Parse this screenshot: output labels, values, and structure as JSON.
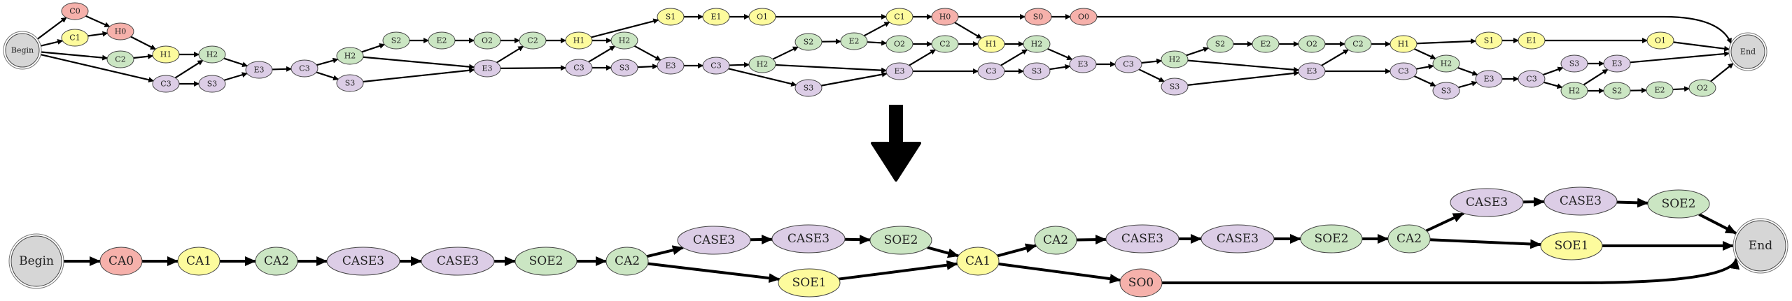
{
  "colors": {
    "gray": "#d6d6d6",
    "red": "#f6b1ab",
    "yellow": "#fdfb9d",
    "green": "#cbe6c3",
    "purple": "#dccde6"
  },
  "top_graph": {
    "nodes": [
      {
        "id": "t_begin",
        "label": "Begin",
        "color": "gray",
        "kind": "terminal"
      },
      {
        "id": "t_c0",
        "label": "C0",
        "color": "red"
      },
      {
        "id": "t_c1",
        "label": "C1",
        "color": "yellow"
      },
      {
        "id": "t_h0",
        "label": "H0",
        "color": "red"
      },
      {
        "id": "t_c2",
        "label": "C2",
        "color": "green"
      },
      {
        "id": "t_h1",
        "label": "H1",
        "color": "yellow"
      },
      {
        "id": "t_c3",
        "label": "C3",
        "color": "purple"
      },
      {
        "id": "t_h2",
        "label": "H2",
        "color": "green"
      },
      {
        "id": "t_s3",
        "label": "S3",
        "color": "purple"
      },
      {
        "id": "t_e3",
        "label": "E3",
        "color": "purple"
      },
      {
        "id": "t_c3b",
        "label": "C3",
        "color": "purple"
      },
      {
        "id": "t_h2b",
        "label": "H2",
        "color": "green"
      },
      {
        "id": "t_s3b",
        "label": "S3",
        "color": "purple"
      },
      {
        "id": "t_s2b",
        "label": "S2",
        "color": "green"
      },
      {
        "id": "t_e2b",
        "label": "E2",
        "color": "green"
      },
      {
        "id": "t_o2b",
        "label": "O2",
        "color": "green"
      },
      {
        "id": "t_c2b",
        "label": "C2",
        "color": "green"
      },
      {
        "id": "t_e3b",
        "label": "E3",
        "color": "purple"
      },
      {
        "id": "t_h1b",
        "label": "H1",
        "color": "yellow"
      },
      {
        "id": "t_c3c",
        "label": "C3",
        "color": "purple"
      },
      {
        "id": "t_s1b",
        "label": "S1",
        "color": "yellow"
      },
      {
        "id": "t_e1b",
        "label": "E1",
        "color": "yellow"
      },
      {
        "id": "t_o1b",
        "label": "O1",
        "color": "yellow"
      },
      {
        "id": "t_h2c",
        "label": "H2",
        "color": "green"
      },
      {
        "id": "t_s3c",
        "label": "S3",
        "color": "purple"
      },
      {
        "id": "t_e3c",
        "label": "E3",
        "color": "purple"
      },
      {
        "id": "t_c3d",
        "label": "C3",
        "color": "purple"
      },
      {
        "id": "t_h2d",
        "label": "H2",
        "color": "green"
      },
      {
        "id": "t_s2d",
        "label": "S2",
        "color": "green"
      },
      {
        "id": "t_s3d",
        "label": "S3",
        "color": "purple"
      },
      {
        "id": "t_e2d",
        "label": "E2",
        "color": "green"
      },
      {
        "id": "t_o2d",
        "label": "O2",
        "color": "green"
      },
      {
        "id": "t_c1d",
        "label": "C1",
        "color": "yellow"
      },
      {
        "id": "t_h0d",
        "label": "H0",
        "color": "red"
      },
      {
        "id": "t_s0d",
        "label": "S0",
        "color": "red"
      },
      {
        "id": "t_o0d",
        "label": "O0",
        "color": "red"
      },
      {
        "id": "t_c2d",
        "label": "C2",
        "color": "green"
      },
      {
        "id": "t_e3d",
        "label": "E3",
        "color": "purple"
      },
      {
        "id": "t_h1d",
        "label": "H1",
        "color": "yellow"
      },
      {
        "id": "t_c3e",
        "label": "C3",
        "color": "purple"
      },
      {
        "id": "t_h2e",
        "label": "H2",
        "color": "green"
      },
      {
        "id": "t_s3e",
        "label": "S3",
        "color": "purple"
      },
      {
        "id": "t_e3e",
        "label": "E3",
        "color": "purple"
      },
      {
        "id": "t_c3f",
        "label": "C3",
        "color": "purple"
      },
      {
        "id": "t_h2f",
        "label": "H2",
        "color": "green"
      },
      {
        "id": "t_s3f",
        "label": "S3",
        "color": "purple"
      },
      {
        "id": "t_s2f",
        "label": "S2",
        "color": "green"
      },
      {
        "id": "t_e2f",
        "label": "E2",
        "color": "green"
      },
      {
        "id": "t_o2f",
        "label": "O2",
        "color": "green"
      },
      {
        "id": "t_c2f",
        "label": "C2",
        "color": "green"
      },
      {
        "id": "t_e3f",
        "label": "E3",
        "color": "purple"
      },
      {
        "id": "t_h1f",
        "label": "H1",
        "color": "yellow"
      },
      {
        "id": "t_c3g",
        "label": "C3",
        "color": "purple"
      },
      {
        "id": "t_s1f",
        "label": "S1",
        "color": "yellow"
      },
      {
        "id": "t_e1f",
        "label": "E1",
        "color": "yellow"
      },
      {
        "id": "t_o1f",
        "label": "O1",
        "color": "yellow"
      },
      {
        "id": "t_h2g",
        "label": "H2",
        "color": "green"
      },
      {
        "id": "t_s3g",
        "label": "S3",
        "color": "purple"
      },
      {
        "id": "t_e3g",
        "label": "E3",
        "color": "purple"
      },
      {
        "id": "t_c3h",
        "label": "C3",
        "color": "purple"
      },
      {
        "id": "t_s3h",
        "label": "S3",
        "color": "purple"
      },
      {
        "id": "t_e3h",
        "label": "E3",
        "color": "purple"
      },
      {
        "id": "t_h2h",
        "label": "H2",
        "color": "green"
      },
      {
        "id": "t_s2h",
        "label": "S2",
        "color": "green"
      },
      {
        "id": "t_e2h",
        "label": "E2",
        "color": "green"
      },
      {
        "id": "t_o2h",
        "label": "O2",
        "color": "green"
      },
      {
        "id": "t_end",
        "label": "End",
        "color": "gray",
        "kind": "terminal"
      }
    ],
    "edges": [
      [
        "t_begin",
        "t_c0"
      ],
      [
        "t_begin",
        "t_c1"
      ],
      [
        "t_begin",
        "t_c2"
      ],
      [
        "t_begin",
        "t_c3"
      ],
      [
        "t_c0",
        "t_h0"
      ],
      [
        "t_c1",
        "t_h0"
      ],
      [
        "t_h0",
        "t_h1"
      ],
      [
        "t_c2",
        "t_h1"
      ],
      [
        "t_h1",
        "t_h2"
      ],
      [
        "t_c3",
        "t_h2"
      ],
      [
        "t_c3",
        "t_s3"
      ],
      [
        "t_h2",
        "t_e3"
      ],
      [
        "t_s3",
        "t_e3"
      ],
      [
        "t_e3",
        "t_c3b"
      ],
      [
        "t_c3b",
        "t_h2b"
      ],
      [
        "t_c3b",
        "t_s3b"
      ],
      [
        "t_h2b",
        "t_s2b"
      ],
      [
        "t_h2b",
        "t_e3b"
      ],
      [
        "t_s3b",
        "t_e3b"
      ],
      [
        "t_s2b",
        "t_e2b"
      ],
      [
        "t_e2b",
        "t_o2b"
      ],
      [
        "t_o2b",
        "t_c2b"
      ],
      [
        "t_e3b",
        "t_c2b"
      ],
      [
        "t_c2b",
        "t_h1b"
      ],
      [
        "t_e3b",
        "t_c3c"
      ],
      [
        "t_h1b",
        "t_s1b"
      ],
      [
        "t_h1b",
        "t_h2c"
      ],
      [
        "t_c3c",
        "t_h2c"
      ],
      [
        "t_c3c",
        "t_s3c"
      ],
      [
        "t_s1b",
        "t_e1b"
      ],
      [
        "t_e1b",
        "t_o1b"
      ],
      [
        "t_o1b",
        "t_c1d"
      ],
      [
        "t_h2c",
        "t_e3c"
      ],
      [
        "t_s3c",
        "t_e3c"
      ],
      [
        "t_e3c",
        "t_c3d"
      ],
      [
        "t_c3d",
        "t_h2d"
      ],
      [
        "t_c3d",
        "t_s3d"
      ],
      [
        "t_h2d",
        "t_s2d"
      ],
      [
        "t_s2d",
        "t_e2d"
      ],
      [
        "t_h2d",
        "t_e3d"
      ],
      [
        "t_s3d",
        "t_e3d"
      ],
      [
        "t_e2d",
        "t_c1d"
      ],
      [
        "t_e2d",
        "t_o2d"
      ],
      [
        "t_o2d",
        "t_c2d"
      ],
      [
        "t_e3d",
        "t_c2d"
      ],
      [
        "t_e3d",
        "t_c3e"
      ],
      [
        "t_c1d",
        "t_h0d"
      ],
      [
        "t_h0d",
        "t_s0d"
      ],
      [
        "t_s0d",
        "t_o0d"
      ],
      [
        "t_o0d",
        "t_end"
      ],
      [
        "t_h0d",
        "t_h1d"
      ],
      [
        "t_c2d",
        "t_h1d"
      ],
      [
        "t_h1d",
        "t_h2e"
      ],
      [
        "t_c3e",
        "t_h2e"
      ],
      [
        "t_c3e",
        "t_s3e"
      ],
      [
        "t_h2e",
        "t_e3e"
      ],
      [
        "t_s3e",
        "t_e3e"
      ],
      [
        "t_e3e",
        "t_c3f"
      ],
      [
        "t_c3f",
        "t_h2f"
      ],
      [
        "t_c3f",
        "t_s3f"
      ],
      [
        "t_h2f",
        "t_s2f"
      ],
      [
        "t_s2f",
        "t_e2f"
      ],
      [
        "t_e2f",
        "t_o2f"
      ],
      [
        "t_o2f",
        "t_c2f"
      ],
      [
        "t_h2f",
        "t_e3f"
      ],
      [
        "t_s3f",
        "t_e3f"
      ],
      [
        "t_e3f",
        "t_c2f"
      ],
      [
        "t_e3f",
        "t_c3g"
      ],
      [
        "t_c2f",
        "t_h1f"
      ],
      [
        "t_h1f",
        "t_s1f"
      ],
      [
        "t_s1f",
        "t_e1f"
      ],
      [
        "t_e1f",
        "t_o1f"
      ],
      [
        "t_o1f",
        "t_end"
      ],
      [
        "t_h1f",
        "t_h2g"
      ],
      [
        "t_c3g",
        "t_h2g"
      ],
      [
        "t_c3g",
        "t_s3g"
      ],
      [
        "t_h2g",
        "t_e3g"
      ],
      [
        "t_s3g",
        "t_e3g"
      ],
      [
        "t_e3g",
        "t_c3h"
      ],
      [
        "t_c3h",
        "t_s3h"
      ],
      [
        "t_c3h",
        "t_h2h"
      ],
      [
        "t_s3h",
        "t_e3h"
      ],
      [
        "t_h2h",
        "t_e3h"
      ],
      [
        "t_e3h",
        "t_end"
      ],
      [
        "t_h2h",
        "t_s2h"
      ],
      [
        "t_s2h",
        "t_e2h"
      ],
      [
        "t_e2h",
        "t_o2h"
      ],
      [
        "t_o2h",
        "t_end"
      ]
    ]
  },
  "transform_arrow": {
    "icon": "down-arrow-icon"
  },
  "bottom_graph": {
    "nodes": [
      {
        "id": "b_begin",
        "label": "Begin",
        "color": "gray",
        "kind": "terminal"
      },
      {
        "id": "b_ca0",
        "label": "CA0",
        "color": "red"
      },
      {
        "id": "b_ca1",
        "label": "CA1",
        "color": "yellow"
      },
      {
        "id": "b_ca2",
        "label": "CA2",
        "color": "green"
      },
      {
        "id": "b_case3a",
        "label": "CASE3",
        "color": "purple"
      },
      {
        "id": "b_case3b",
        "label": "CASE3",
        "color": "purple"
      },
      {
        "id": "b_soe2a",
        "label": "SOE2",
        "color": "green"
      },
      {
        "id": "b_ca2b",
        "label": "CA2",
        "color": "green"
      },
      {
        "id": "b_case3c",
        "label": "CASE3",
        "color": "purple"
      },
      {
        "id": "b_case3d",
        "label": "CASE3",
        "color": "purple"
      },
      {
        "id": "b_soe2b",
        "label": "SOE2",
        "color": "green"
      },
      {
        "id": "b_soe1a",
        "label": "SOE1",
        "color": "yellow"
      },
      {
        "id": "b_ca1b",
        "label": "CA1",
        "color": "yellow"
      },
      {
        "id": "b_ca2c",
        "label": "CA2",
        "color": "green"
      },
      {
        "id": "b_case3e",
        "label": "CASE3",
        "color": "purple"
      },
      {
        "id": "b_case3f",
        "label": "CASE3",
        "color": "purple"
      },
      {
        "id": "b_soe2c",
        "label": "SOE2",
        "color": "green"
      },
      {
        "id": "b_ca2d",
        "label": "CA2",
        "color": "green"
      },
      {
        "id": "b_so0",
        "label": "SO0",
        "color": "red"
      },
      {
        "id": "b_case3g",
        "label": "CASE3",
        "color": "purple"
      },
      {
        "id": "b_case3h",
        "label": "CASE3",
        "color": "purple"
      },
      {
        "id": "b_soe2d",
        "label": "SOE2",
        "color": "green"
      },
      {
        "id": "b_soe1b",
        "label": "SOE1",
        "color": "yellow"
      },
      {
        "id": "b_end",
        "label": "End",
        "color": "gray",
        "kind": "terminal"
      }
    ],
    "edges": [
      [
        "b_begin",
        "b_ca0"
      ],
      [
        "b_ca0",
        "b_ca1"
      ],
      [
        "b_ca1",
        "b_ca2"
      ],
      [
        "b_ca2",
        "b_case3a"
      ],
      [
        "b_case3a",
        "b_case3b"
      ],
      [
        "b_case3b",
        "b_soe2a"
      ],
      [
        "b_soe2a",
        "b_ca2b"
      ],
      [
        "b_ca2b",
        "b_case3c"
      ],
      [
        "b_case3c",
        "b_case3d"
      ],
      [
        "b_case3d",
        "b_soe2b"
      ],
      [
        "b_soe2b",
        "b_ca1b"
      ],
      [
        "b_ca2b",
        "b_soe1a"
      ],
      [
        "b_soe1a",
        "b_ca1b"
      ],
      [
        "b_ca1b",
        "b_ca2c"
      ],
      [
        "b_ca2c",
        "b_case3e"
      ],
      [
        "b_case3e",
        "b_case3f"
      ],
      [
        "b_case3f",
        "b_soe2c"
      ],
      [
        "b_soe2c",
        "b_ca2d"
      ],
      [
        "b_ca2d",
        "b_case3g"
      ],
      [
        "b_case3g",
        "b_case3h"
      ],
      [
        "b_case3h",
        "b_soe2d"
      ],
      [
        "b_soe2d",
        "b_end"
      ],
      [
        "b_ca2d",
        "b_soe1b"
      ],
      [
        "b_soe1b",
        "b_end"
      ],
      [
        "b_ca1b",
        "b_so0"
      ],
      [
        "b_so0",
        "b_end"
      ]
    ]
  }
}
